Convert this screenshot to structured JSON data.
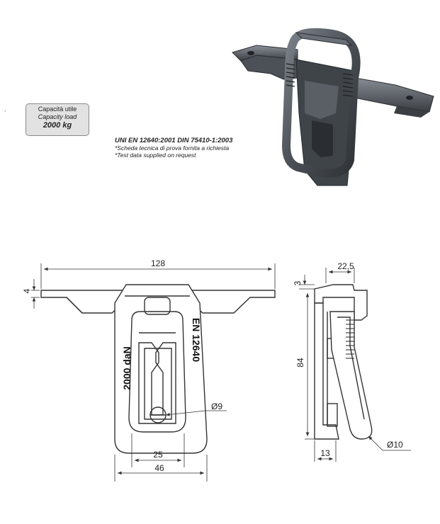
{
  "load_label": {
    "it": "Capacità utile",
    "en": "Capacity load",
    "value": "2000 kg"
  },
  "standards": {
    "line1": "UNI EN 12640:2001 DIN 75410-1:2003",
    "line2": "*Scheda tecnica di prova fornita a richiesta",
    "line3": "*Test data supplied on request"
  },
  "front_view": {
    "dim_width": "128",
    "dim_thickness": "4",
    "dim_hole": "Ø9",
    "dim_inner": "25",
    "dim_outer": "46",
    "marking_left": "2000 daN",
    "marking_right": "EN 12640"
  },
  "side_view": {
    "dim_depth": "22,5",
    "dim_top": "3",
    "dim_height": "84",
    "dim_base": "13",
    "dim_ring": "Ø10"
  },
  "colors": {
    "metal_dark": "#3b3f44",
    "metal_mid": "#6b7077",
    "line": "#333333",
    "badge_bg": "#e2e2e2"
  }
}
